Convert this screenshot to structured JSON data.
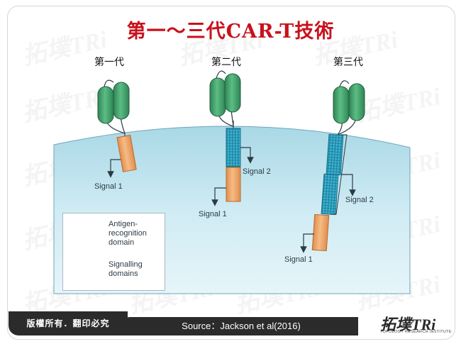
{
  "title": "第一～三代CAR-T技術",
  "generations": [
    {
      "label": "第一代"
    },
    {
      "label": "第二代"
    },
    {
      "label": "第三代"
    }
  ],
  "diagram_labels": {
    "gen1_signal1": "Signal 1",
    "gen2_signal1": "Signal 1",
    "gen2_signal2": "Signal 2",
    "gen3_signal1": "Signal 1",
    "gen3_signal2": "Signal 2"
  },
  "legend": {
    "antigen_label": "Antigen-recognition domain",
    "antigen_lines": [
      "Antigen-",
      "recognition",
      "domain"
    ],
    "signalling_lines": [
      "Signalling",
      "domains"
    ]
  },
  "footer": {
    "copyright": "版權所有．翻印必究",
    "source": "Source：Jackson et al(2016)"
  },
  "logo": {
    "main": "拓墣TRi",
    "sub": "TOPOLOGY RESEARCH INSTITUTE"
  },
  "colors": {
    "title": "#c8121d",
    "antigen_green": "#3c9a63",
    "signal_orange": "#f0a465",
    "signal_blue": "#2b9fbf",
    "cell_blue": "#bfe3ee"
  },
  "watermark_text": "拓墣TRi"
}
